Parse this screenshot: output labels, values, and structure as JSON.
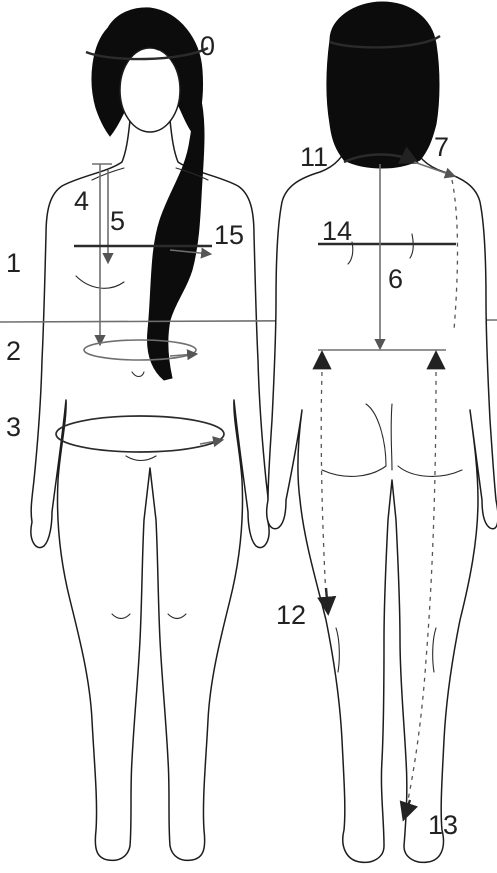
{
  "labels": {
    "l0": "0",
    "l1": "1",
    "l2": "2",
    "l3": "3",
    "l4": "4",
    "l5": "5",
    "l6": "6",
    "l7": "7",
    "l11": "11",
    "l12": "12",
    "l13": "13",
    "l14": "14",
    "l15": "15"
  },
  "colors": {
    "outline": "#1d1d1d",
    "hair": "#0c0c0c",
    "measure_line": "#6f6f6f",
    "label_text": "#222222"
  }
}
